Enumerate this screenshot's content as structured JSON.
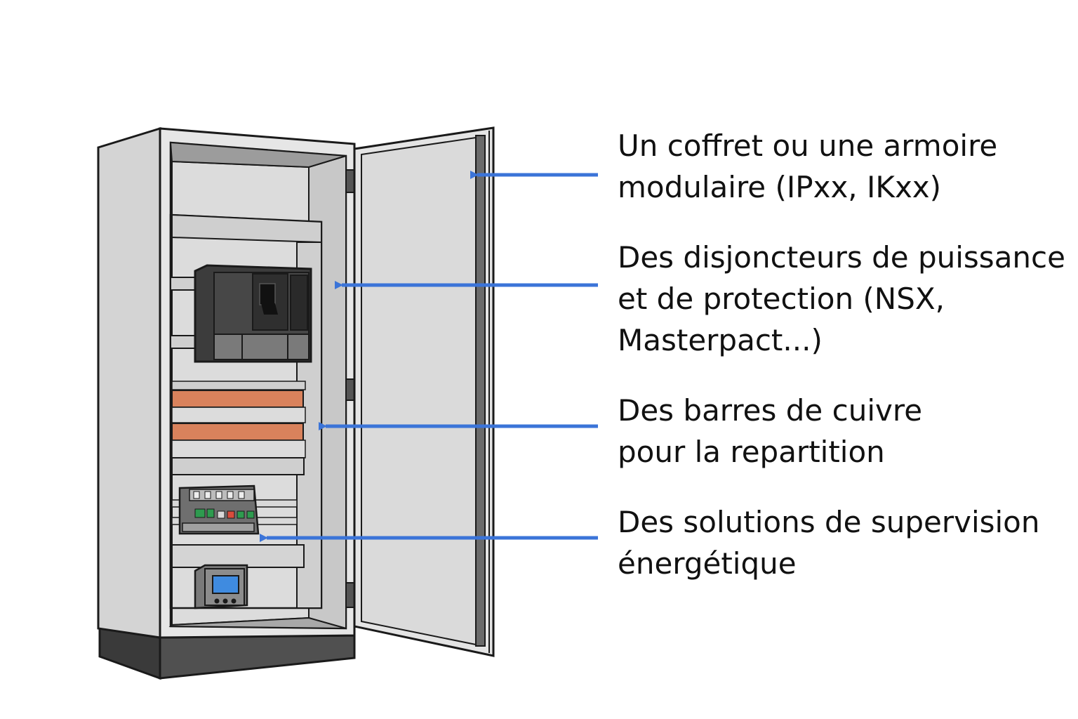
{
  "callouts": [
    {
      "id": "enclosure",
      "lines": [
        "Un coffret ou une armoire",
        "modulaire (IPxx, IKxx)"
      ]
    },
    {
      "id": "breakers",
      "lines": [
        "Des disjoncteurs de puissance",
        "et de protection (NSX,",
        "Masterpact...)"
      ]
    },
    {
      "id": "busbars",
      "lines": [
        "Des barres de cuivre",
        "pour la repartition"
      ]
    },
    {
      "id": "monitoring",
      "lines": [
        "Des solutions de supervision",
        "énergétique"
      ]
    }
  ],
  "colors": {
    "arrow": "#3b74d8",
    "cabinet_body": "#e3e3e3",
    "cabinet_dark": "#4a4a4a",
    "breaker": "#3c3c3c",
    "copper": "#d9825c",
    "display": "#3f8be0",
    "outline": "#1a1a1a"
  }
}
